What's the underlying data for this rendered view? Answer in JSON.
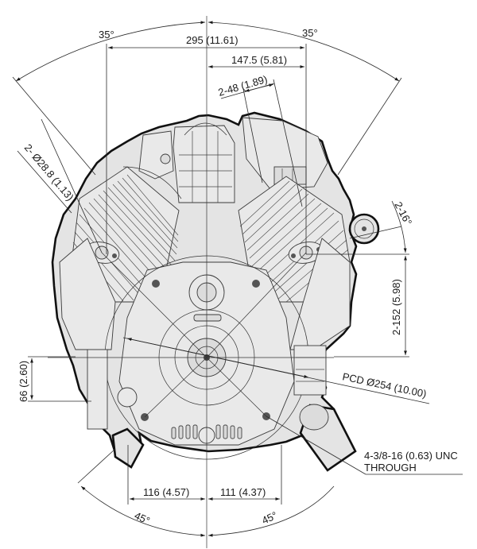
{
  "drawing": {
    "subject": "V-twin engine, end view dimension drawing",
    "colors": {
      "line": "#1a1a1a",
      "body_fill": "#e4e4e4",
      "background": "#ffffff"
    }
  },
  "dimensions": {
    "angle_top_left": "35°",
    "angle_top_right": "35°",
    "width_total": "295 (11.61)",
    "width_half": "147.5 (5.81)",
    "spark_plug": "2-48 (1.89)",
    "bore_dia": "2- Ø28.8 (1.13)",
    "angle_right": "2-16°",
    "height_right": "2-152 (5.98)",
    "height_left": "66 (2.60)",
    "pcd": "PCD Ø254 (10.00)",
    "mount_thread_line1": "4-3/8-16 (0.63) UNC",
    "mount_thread_line2": "THROUGH",
    "offset_left": "116 (4.57)",
    "offset_right": "111 (4.37)",
    "angle_bottom_left": "45°",
    "angle_bottom_right": "45°"
  }
}
